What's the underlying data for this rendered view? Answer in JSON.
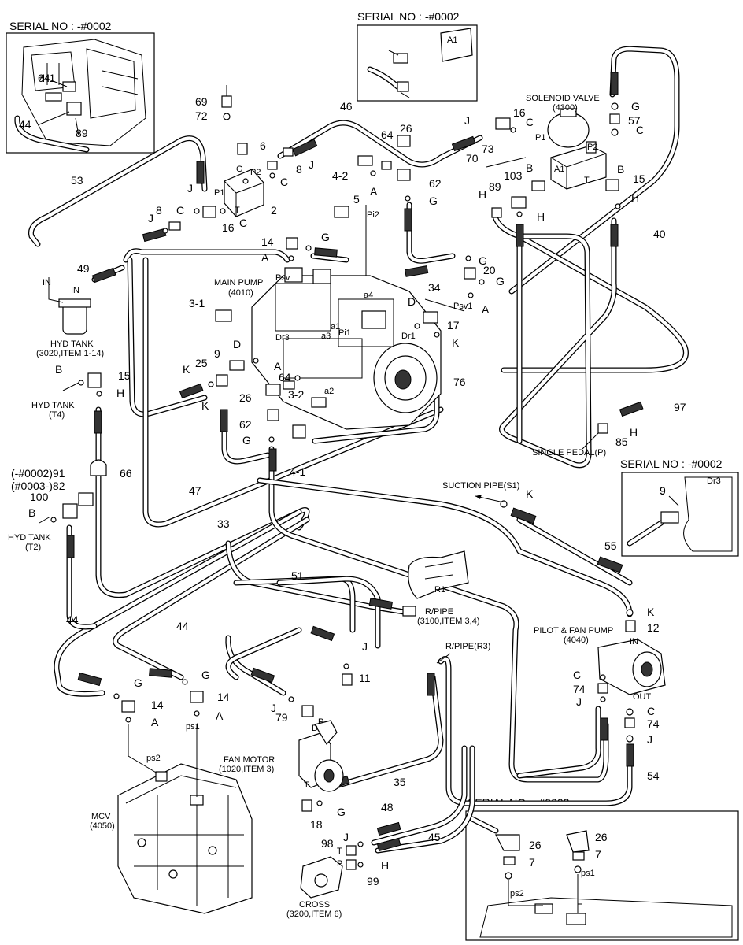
{
  "serial_boxes": {
    "top_left": "SERIAL NO : -#0002",
    "top_middle": "SERIAL NO : -#0002",
    "right_middle": "SERIAL NO : -#0002",
    "bottom_right": "SERIAL NO : -#0002"
  },
  "components": {
    "solenoid_valve": {
      "name": "SOLENOID VALVE",
      "code": "(4300)"
    },
    "main_pump": {
      "name": "MAIN PUMP",
      "code": "(4010)"
    },
    "hyd_tank_main": {
      "name": "HYD TANK",
      "code": "(3020,ITEM 1-14)"
    },
    "hyd_tank_t4": {
      "name": "HYD TANK",
      "code": "(T4)"
    },
    "hyd_tank_t2": {
      "name": "HYD TANK",
      "code": "(T2)"
    },
    "suction_pipe": {
      "name": "SUCTION PIPE(S1)"
    },
    "single_pedal": {
      "name": "SINGLE PEDAL(P)"
    },
    "r_pipe": {
      "name": "R/PIPE",
      "code": "(3100,ITEM 3,4)"
    },
    "r_pipe_r3": {
      "name": "R/PIPE(R3)"
    },
    "pilot_fan_pump": {
      "name": "PILOT & FAN PUMP",
      "code": "(4040)"
    },
    "fan_motor": {
      "name": "FAN MOTOR",
      "code": "(1020,ITEM 3)"
    },
    "mcv": {
      "name": "MCV",
      "code": "(4050)"
    },
    "cross": {
      "name": "CROSS",
      "code": "(3200,ITEM 6)"
    }
  },
  "serial_notes": {
    "old": "(-#0002)91",
    "new": "(#0003-)82"
  },
  "port_labels": {
    "in1": "IN",
    "in2": "IN",
    "in_pump": "IN",
    "out": "OUT",
    "p1": "P1",
    "p2": "P2",
    "g": "G",
    "t": "T",
    "psv_p1": "P1",
    "psv_p2": "P2",
    "a1": "A1",
    "t2": "T",
    "a1_top": "A1",
    "pi2": "Pi2",
    "psv": "Psv",
    "dr3": "Dr3",
    "pi1": "Pi1",
    "a1_pump": "a1",
    "a3": "a3",
    "a2": "a2",
    "a4": "a4",
    "dr1": "Dr1",
    "psv1": "Psv1",
    "dr3_box": "Dr3",
    "r1": "R1",
    "d": "D",
    "p_fan": "P",
    "t_fan": "T",
    "ps1": "ps1",
    "ps2": "ps2",
    "ps1_b": "ps1",
    "ps2_b": "ps2",
    "t_cross": "T",
    "p_cross": "P"
  },
  "callouts": [
    {
      "id": "c1",
      "text": "69"
    },
    {
      "id": "c2",
      "text": "72"
    },
    {
      "id": "c3",
      "text": "6"
    },
    {
      "id": "c4",
      "text": "8"
    },
    {
      "id": "c5",
      "text": "J"
    },
    {
      "id": "c6",
      "text": "C"
    },
    {
      "id": "c7",
      "text": "2"
    },
    {
      "id": "c8",
      "text": "C"
    },
    {
      "id": "c9",
      "text": "16"
    },
    {
      "id": "c10",
      "text": "C"
    },
    {
      "id": "c11",
      "text": "J"
    },
    {
      "id": "c12",
      "text": "J"
    },
    {
      "id": "c13",
      "text": "8"
    },
    {
      "id": "c14",
      "text": "53"
    },
    {
      "id": "c15",
      "text": "49"
    },
    {
      "id": "c16",
      "text": "46"
    },
    {
      "id": "c17",
      "text": "64"
    },
    {
      "id": "c18",
      "text": "26"
    },
    {
      "id": "c19",
      "text": "4-2"
    },
    {
      "id": "c20",
      "text": "62"
    },
    {
      "id": "c21",
      "text": "A"
    },
    {
      "id": "c22",
      "text": "G"
    },
    {
      "id": "c23",
      "text": "5"
    },
    {
      "id": "c24",
      "text": "14"
    },
    {
      "id": "c25",
      "text": "G"
    },
    {
      "id": "c26",
      "text": "A"
    },
    {
      "id": "c27",
      "text": "J"
    },
    {
      "id": "c28",
      "text": "16"
    },
    {
      "id": "c29",
      "text": "C"
    },
    {
      "id": "c30",
      "text": "G"
    },
    {
      "id": "c31",
      "text": "57"
    },
    {
      "id": "c32",
      "text": "C"
    },
    {
      "id": "c33",
      "text": "73"
    },
    {
      "id": "c34",
      "text": "70"
    },
    {
      "id": "c35",
      "text": "B"
    },
    {
      "id": "c36",
      "text": "103"
    },
    {
      "id": "c37",
      "text": "89"
    },
    {
      "id": "c38",
      "text": "H"
    },
    {
      "id": "c39",
      "text": "H"
    },
    {
      "id": "c40",
      "text": "B"
    },
    {
      "id": "c41",
      "text": "15"
    },
    {
      "id": "c42",
      "text": "H"
    },
    {
      "id": "c43",
      "text": "40"
    },
    {
      "id": "c44",
      "text": "G"
    },
    {
      "id": "c45",
      "text": "20"
    },
    {
      "id": "c46",
      "text": "G"
    },
    {
      "id": "c47",
      "text": "34"
    },
    {
      "id": "c48",
      "text": "A"
    },
    {
      "id": "c49",
      "text": "D"
    },
    {
      "id": "c50",
      "text": "17"
    },
    {
      "id": "c51",
      "text": "K"
    },
    {
      "id": "c52",
      "text": "3-1"
    },
    {
      "id": "c53",
      "text": "D"
    },
    {
      "id": "c54",
      "text": "9"
    },
    {
      "id": "c55",
      "text": "25"
    },
    {
      "id": "c56",
      "text": "K"
    },
    {
      "id": "c57",
      "text": "K"
    },
    {
      "id": "c58",
      "text": "A"
    },
    {
      "id": "c59",
      "text": "64"
    },
    {
      "id": "c60",
      "text": "3-2"
    },
    {
      "id": "c61",
      "text": "26"
    },
    {
      "id": "c62",
      "text": "62"
    },
    {
      "id": "c63",
      "text": "G"
    },
    {
      "id": "c64",
      "text": "4-1"
    },
    {
      "id": "c65",
      "text": "76"
    },
    {
      "id": "c66",
      "text": "B"
    },
    {
      "id": "c67",
      "text": "15"
    },
    {
      "id": "c68",
      "text": "H"
    },
    {
      "id": "c69",
      "text": "66"
    },
    {
      "id": "c70",
      "text": "100"
    },
    {
      "id": "c71",
      "text": "B"
    },
    {
      "id": "c72",
      "text": "47"
    },
    {
      "id": "c73",
      "text": "33"
    },
    {
      "id": "c74",
      "text": "97"
    },
    {
      "id": "c75",
      "text": "85"
    },
    {
      "id": "c76",
      "text": "H"
    },
    {
      "id": "c77",
      "text": "9"
    },
    {
      "id": "c78",
      "text": "K"
    },
    {
      "id": "c79",
      "text": "55"
    },
    {
      "id": "c80",
      "text": "51"
    },
    {
      "id": "c81",
      "text": "K"
    },
    {
      "id": "c82",
      "text": "12"
    },
    {
      "id": "c83",
      "text": "44"
    },
    {
      "id": "c84",
      "text": "44"
    },
    {
      "id": "c85",
      "text": "J"
    },
    {
      "id": "c86",
      "text": "11"
    },
    {
      "id": "c87",
      "text": "G"
    },
    {
      "id": "c88",
      "text": "G"
    },
    {
      "id": "c89",
      "text": "14"
    },
    {
      "id": "c90",
      "text": "14"
    },
    {
      "id": "c91",
      "text": "A"
    },
    {
      "id": "c92",
      "text": "A"
    },
    {
      "id": "c93",
      "text": "J"
    },
    {
      "id": "c94",
      "text": "79"
    },
    {
      "id": "c95",
      "text": "C"
    },
    {
      "id": "c96",
      "text": "74"
    },
    {
      "id": "c97",
      "text": "J"
    },
    {
      "id": "c98",
      "text": "C"
    },
    {
      "id": "c99",
      "text": "74"
    },
    {
      "id": "c100",
      "text": "J"
    },
    {
      "id": "c101",
      "text": "35"
    },
    {
      "id": "c102",
      "text": "54"
    },
    {
      "id": "c103",
      "text": "G"
    },
    {
      "id": "c104",
      "text": "18"
    },
    {
      "id": "c105",
      "text": "48"
    },
    {
      "id": "c106",
      "text": "45"
    },
    {
      "id": "c107",
      "text": "J"
    },
    {
      "id": "c108",
      "text": "98"
    },
    {
      "id": "c109",
      "text": "H"
    },
    {
      "id": "c110",
      "text": "99"
    },
    {
      "id": "c111",
      "text": "26"
    },
    {
      "id": "c112",
      "text": "26"
    },
    {
      "id": "c113",
      "text": "7"
    },
    {
      "id": "c114",
      "text": "7"
    },
    {
      "id": "c115",
      "text": "62"
    },
    {
      "id": "c116",
      "text": "64"
    },
    {
      "id": "c117",
      "text": "4-1"
    },
    {
      "id": "c118",
      "text": "44"
    },
    {
      "id": "c119",
      "text": "89"
    }
  ]
}
